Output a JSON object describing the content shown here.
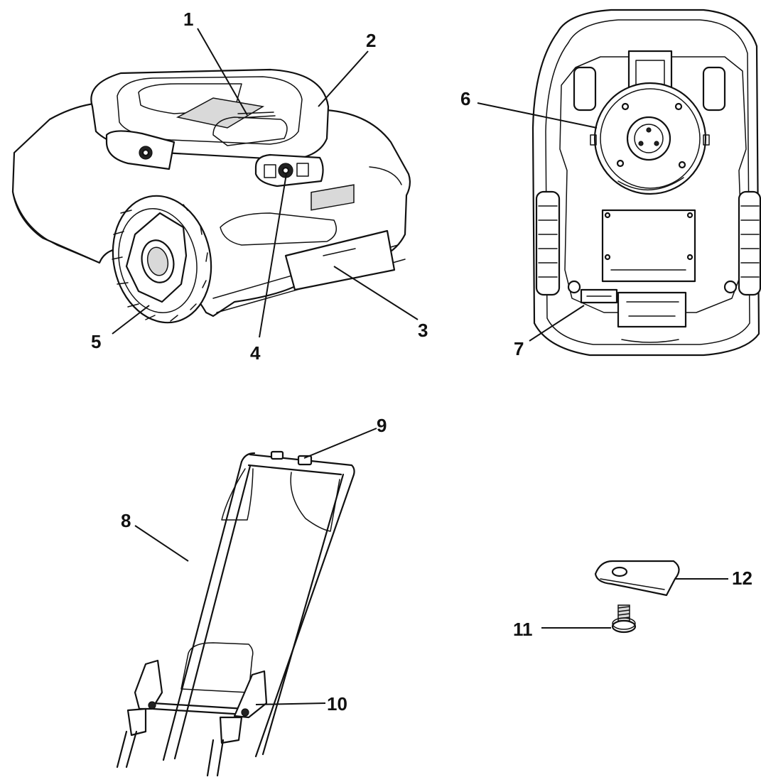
{
  "callouts": [
    {
      "id": "c1",
      "label": "1"
    },
    {
      "id": "c2",
      "label": "2"
    },
    {
      "id": "c3",
      "label": "3"
    },
    {
      "id": "c4",
      "label": "4"
    },
    {
      "id": "c5",
      "label": "5"
    },
    {
      "id": "c6",
      "label": "6"
    },
    {
      "id": "c7",
      "label": "7"
    },
    {
      "id": "c8",
      "label": "8"
    },
    {
      "id": "c9",
      "label": "9"
    },
    {
      "id": "c10",
      "label": "10"
    },
    {
      "id": "c11",
      "label": "11"
    },
    {
      "id": "c12",
      "label": "12"
    }
  ],
  "colors": {
    "line": "#111111",
    "background": "#ffffff",
    "shade": "#d9d9d9"
  }
}
